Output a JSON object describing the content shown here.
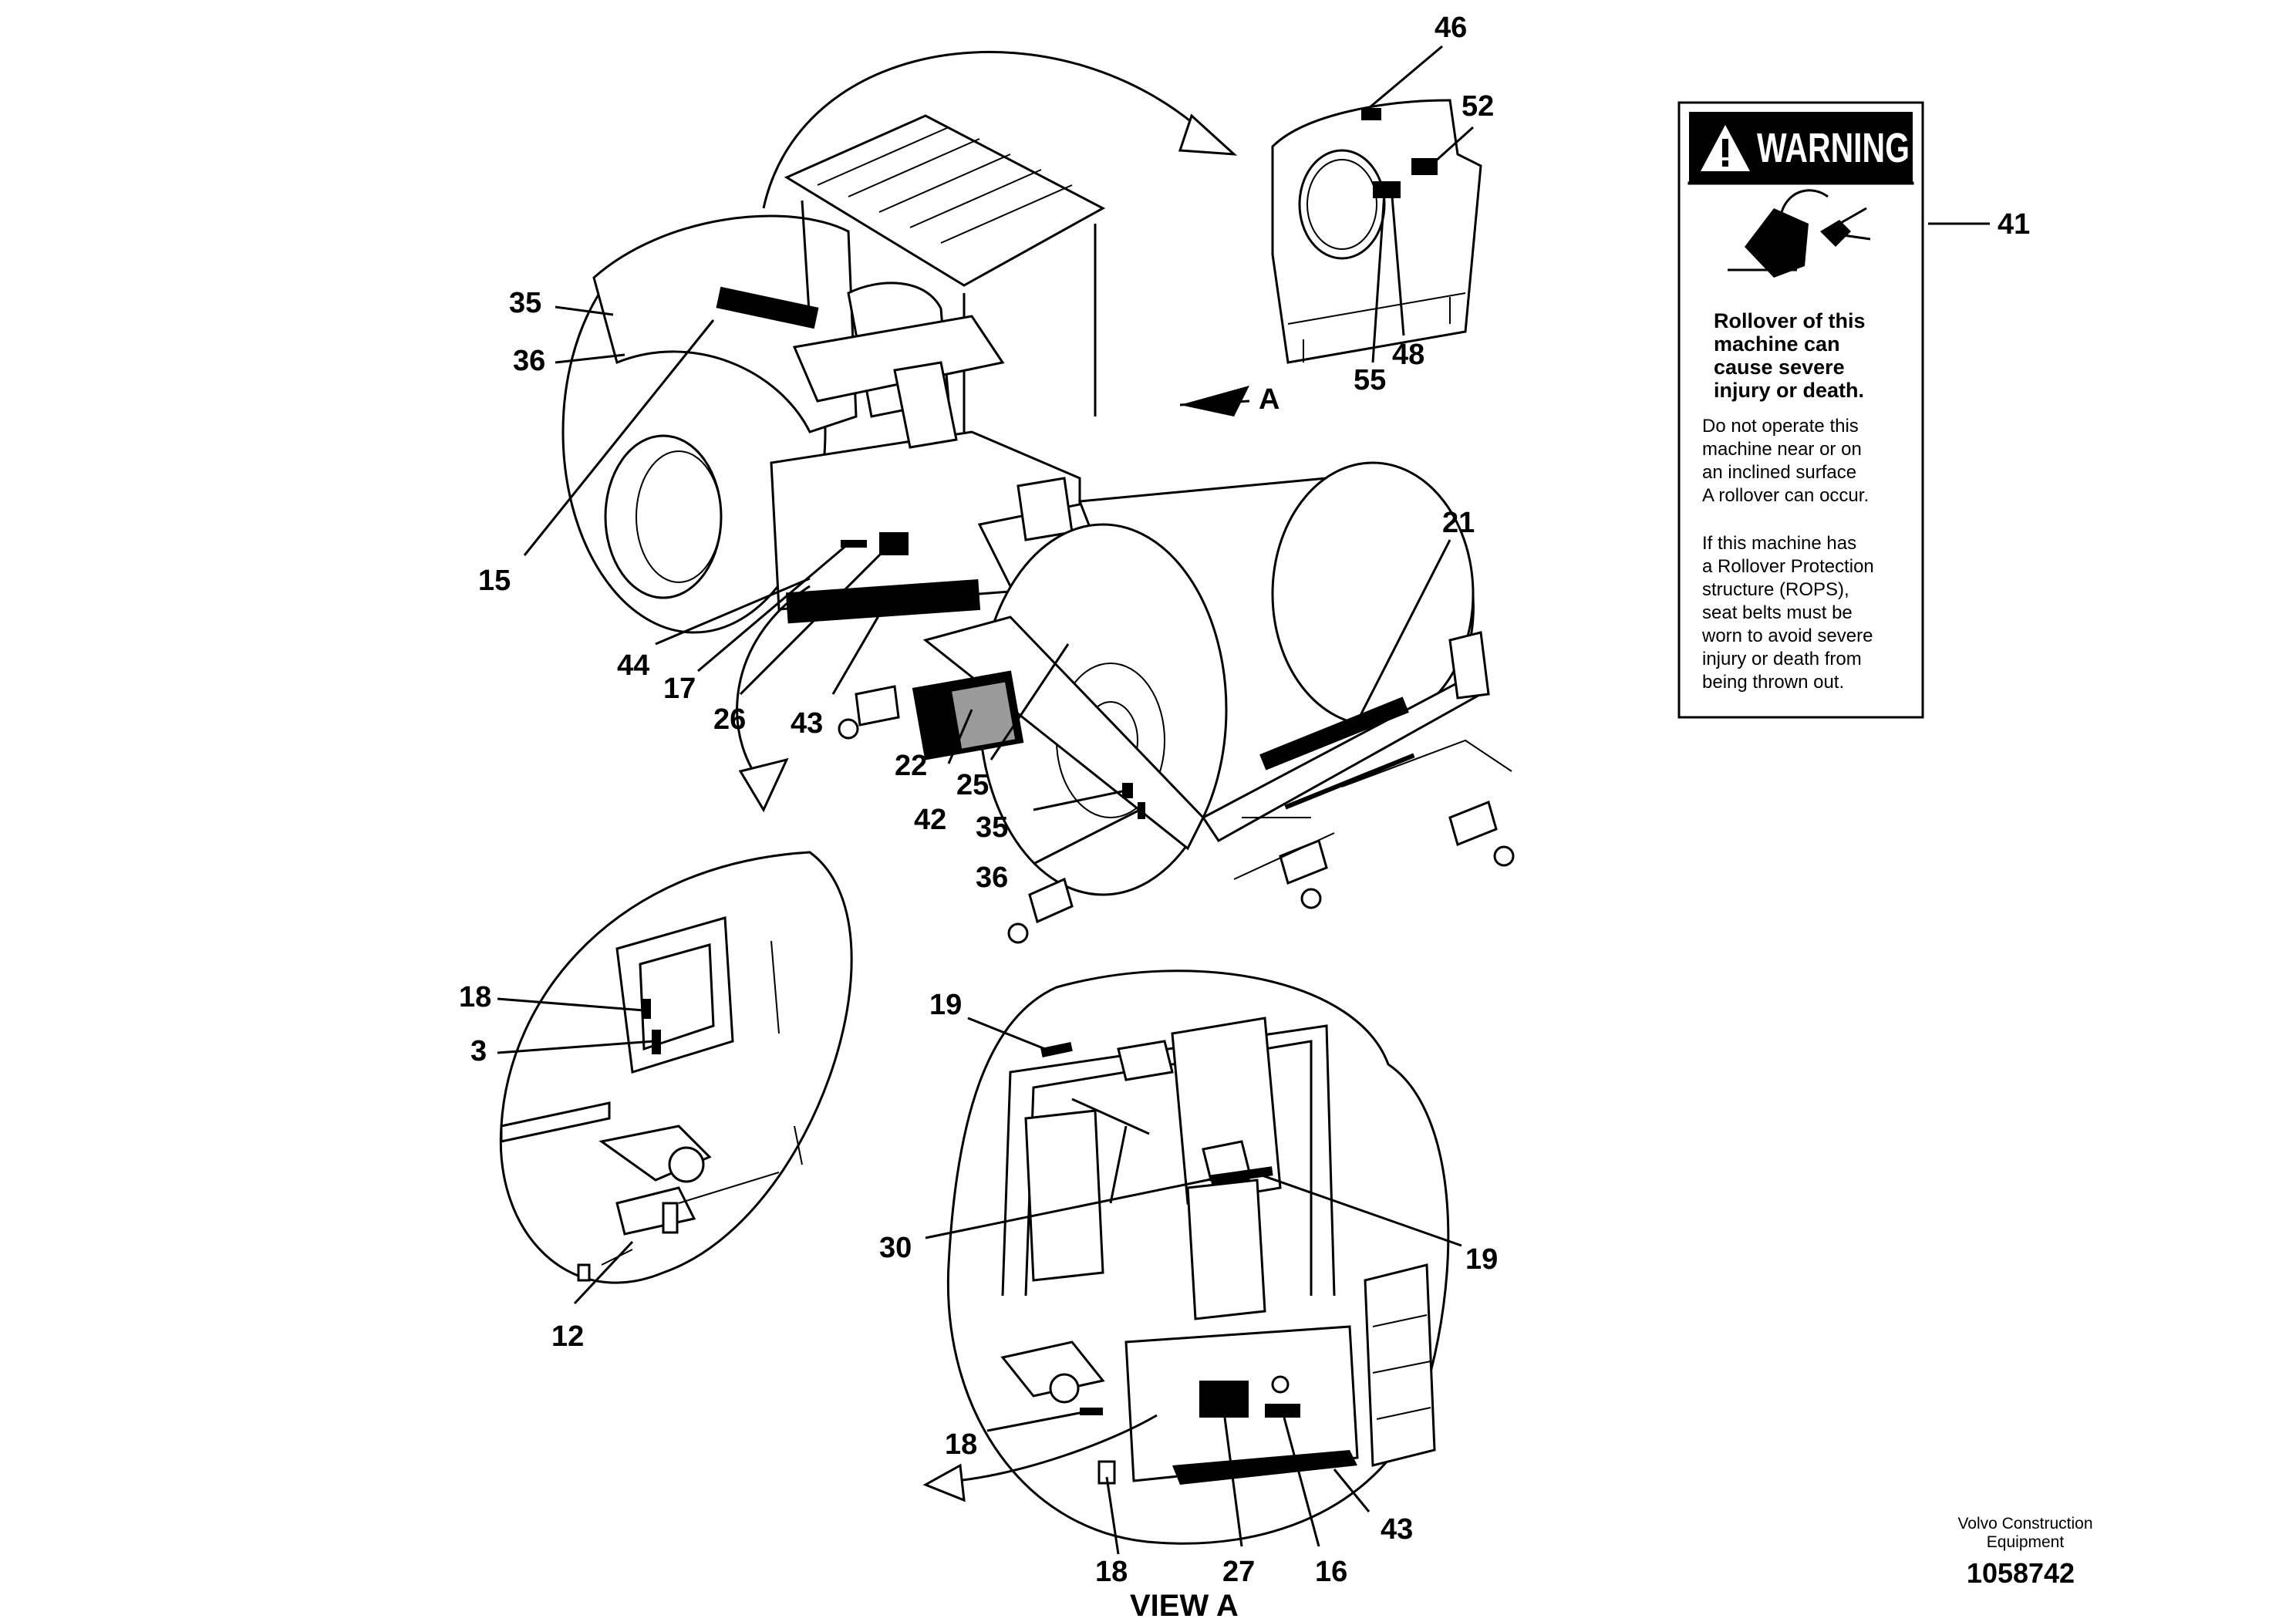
{
  "callouts": {
    "c46": "46",
    "c52": "52",
    "c55": "55",
    "c48": "48",
    "c41": "41",
    "c35a": "35",
    "c36a": "36",
    "c15": "15",
    "c44": "44",
    "c17": "17",
    "c26": "26",
    "c43a": "43",
    "c22": "22",
    "c42": "42",
    "c25": "25",
    "c35b": "35",
    "c36b": "36",
    "c21": "21",
    "cA": "A",
    "c18a": "18",
    "c3": "3",
    "c12": "12",
    "c19a": "19",
    "c30": "30",
    "c19b": "19",
    "c18b": "18",
    "c18c": "18",
    "c27": "27",
    "c16": "16",
    "c43b": "43"
  },
  "view_label": "VIEW A",
  "warning": {
    "title": "WARNING",
    "headline": [
      "Rollover of this",
      "machine can",
      "cause severe",
      "injury or death."
    ],
    "paragraph1": [
      "Do not operate this",
      "machine near or on",
      "an inclined surface",
      "A rollover can occur."
    ],
    "paragraph2": [
      "If this machine has",
      "a Rollover Protection",
      "structure (ROPS),",
      "seat belts must be",
      "worn to avoid severe",
      "injury or death from",
      "being thrown out."
    ]
  },
  "credit": {
    "line1": "Volvo Construction",
    "line2": "Equipment",
    "doc_number": "1058742"
  }
}
